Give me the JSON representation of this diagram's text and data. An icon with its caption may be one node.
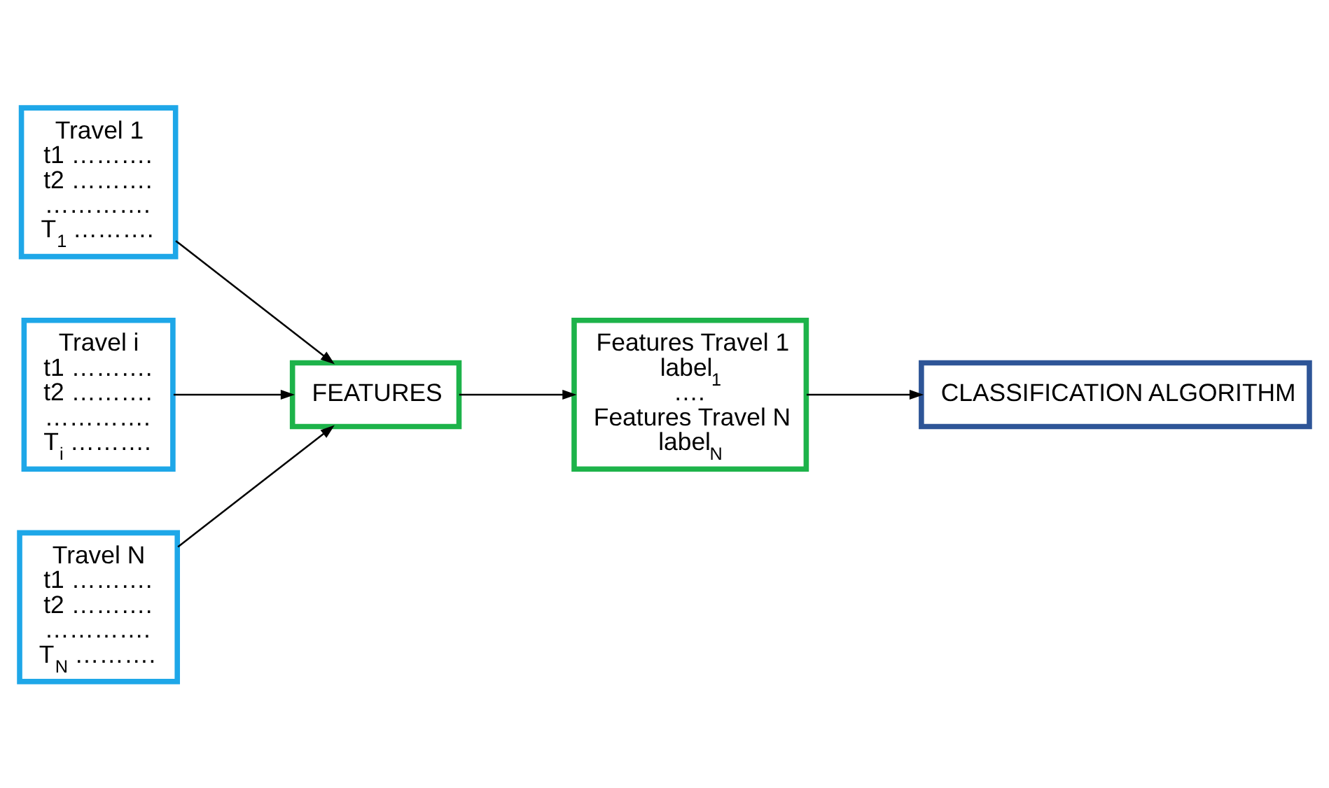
{
  "diagram": {
    "nodes": [
      {
        "text": [
          "Travel 1",
          "t1 ……….",
          "t2 ……….",
          "………….",
          "T$_{1}$ ………."
        ]
      },
      {
        "text": [
          "Travel i",
          "t1 ……….",
          "t2 ……….",
          "………….",
          "T$_{i}$ ………."
        ]
      },
      {
        "text": [
          "Travel N",
          "t1 ……….",
          "t2 ……….",
          "………….",
          "T$_{N}$ ………."
        ]
      },
      {
        "text": [
          "FEATURES"
        ]
      },
      {
        "text": [
          "Features Travel 1",
          "label$_{1}$",
          "….",
          "Features Travel N",
          "label$_{N}$"
        ]
      },
      {
        "text": [
          "CLASSIFICATION ALGORITHM"
        ]
      }
    ],
    "edges": [
      {
        "from": 0,
        "to": 3,
        "arrow": "to"
      },
      {
        "from": 1,
        "to": 3,
        "arrow": "to"
      },
      {
        "from": 2,
        "to": 3,
        "arrow": "to"
      },
      {
        "from": 3,
        "to": 4,
        "arrow": "to"
      },
      {
        "from": 4,
        "to": 5,
        "arrow": "to"
      }
    ]
  }
}
